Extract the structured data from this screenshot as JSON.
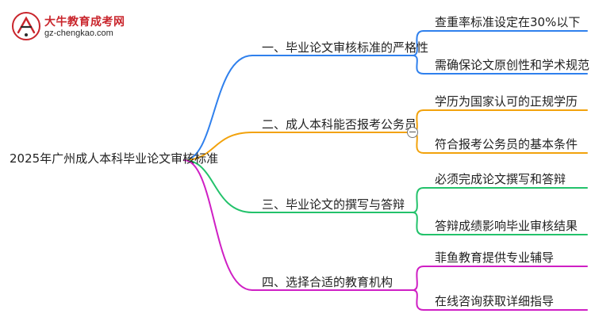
{
  "logo": {
    "name": "大牛教育成考网",
    "url": "gz-chengkao.com"
  },
  "root": {
    "label": "2025年广州成人本科毕业论文审核标准"
  },
  "branches": [
    {
      "label": "一、毕业论文审核标准的严格性",
      "color": "#2f80ed",
      "children": [
        "查重率标准设定在30%以下",
        "需确保论文原创性和学术规范"
      ]
    },
    {
      "label": "二、成人本科能否报考公务员",
      "color": "#f2a20c",
      "children": [
        "学历为国家认可的正规学历",
        "符合报考公务员的基本条件"
      ]
    },
    {
      "label": "三、毕业论文的撰写与答辩",
      "color": "#23c26b",
      "children": [
        "必须完成论文撰写和答辩",
        "答辩成绩影响毕业审核结果"
      ]
    },
    {
      "label": "四、选择合适的教育机构",
      "color": "#cf1fc4",
      "children": [
        "菲鱼教育提供专业辅导",
        "在线咨询获取详细指导"
      ]
    }
  ]
}
